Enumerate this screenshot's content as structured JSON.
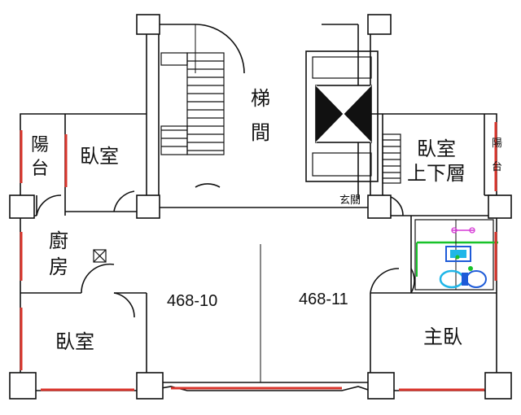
{
  "plan": {
    "stairwell": [
      "梯",
      "間"
    ],
    "balcony_left": [
      "陽",
      "台"
    ],
    "bedroom_upper_left": "臥室",
    "kitchen": [
      "廚",
      "房"
    ],
    "bedroom_lower_left": "臥室",
    "unit_left": "468-10",
    "unit_right": "468-11",
    "foyer": "玄關",
    "bedroom_upper_right": [
      "臥室",
      "上下層"
    ],
    "balcony_right": [
      "陽",
      "台"
    ],
    "master_bedroom": "主臥"
  },
  "colors": {
    "wall": "#111111",
    "window": "#d9342b",
    "bath_green": "#19c22a",
    "bath_blue": "#1e5bd8",
    "bath_cyan": "#1fb6e8",
    "bath_magenta": "#d63ad6"
  },
  "icons": [
    "elevator-shaft-icon",
    "vent-icon",
    "toilet-icon",
    "sink-icon"
  ]
}
